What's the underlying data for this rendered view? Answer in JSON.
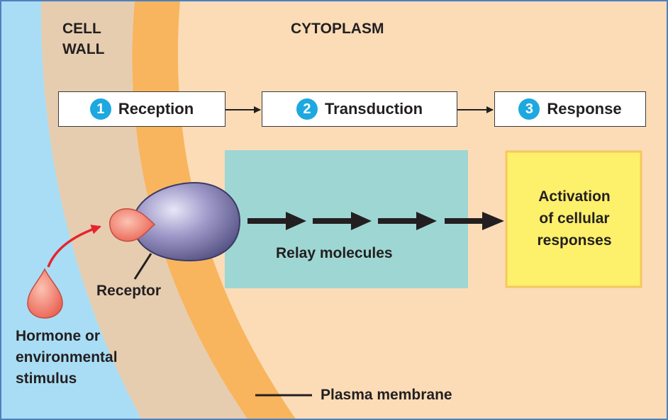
{
  "regions": {
    "cell_wall": [
      "CELL",
      "WALL"
    ],
    "cytoplasm": "CYTOPLASM"
  },
  "steps": [
    {
      "number": "1",
      "label": "Reception"
    },
    {
      "number": "2",
      "label": "Transduction"
    },
    {
      "number": "3",
      "label": "Response"
    }
  ],
  "labels": {
    "relay_molecules": "Relay molecules",
    "receptor": "Receptor",
    "stimulus": [
      "Hormone or",
      "environmental",
      "stimulus"
    ],
    "response_box": [
      "Activation",
      "of cellular",
      "responses"
    ],
    "plasma_membrane": "Plasma membrane"
  },
  "colors": {
    "extracellular": "#a9ddf5",
    "cell_wall": "#e6cdb0",
    "membrane": "#f8b55e",
    "cytoplasm": "#fbdcb7",
    "relay_box": "#9ed6d3",
    "response_box": "#fdf06b",
    "response_border": "#f5c75e",
    "step_number": "#1ea8e0",
    "receptor": "#6f6a9e",
    "hormone": "#f07060",
    "stimulus_arrow": "#e5252d",
    "frame": "#4f81bd"
  }
}
